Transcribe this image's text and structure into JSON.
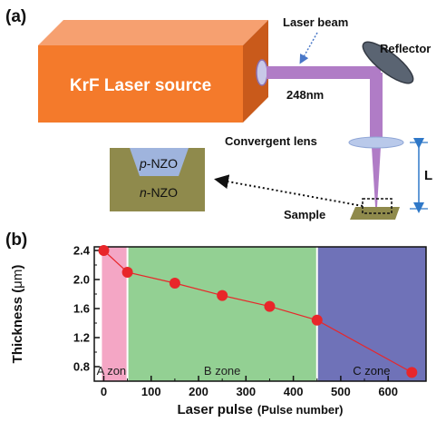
{
  "panel_a": {
    "label": "(a)",
    "laser_source": "KrF Laser source",
    "laser_beam": "Laser beam",
    "wavelength": "248nm",
    "reflector": "Reflector",
    "lens": "Convergent lens",
    "distance": "L",
    "sample": "Sample",
    "inset_top_prefix": "p",
    "inset_top_suffix": "-NZO",
    "inset_bottom_prefix": "n",
    "inset_bottom_suffix": "-NZO",
    "colors": {
      "laser_box": "#f47a2b",
      "beam": "#b07cc6",
      "lens": "#b9c9ea",
      "sample": "#8f8a4c",
      "inset_top": "#9fb4dd"
    }
  },
  "panel_b": {
    "label": "(b)"
  },
  "chart_data": {
    "type": "line",
    "xlabel_main": "Laser pulse",
    "xlabel_unit": "(Pulse number)",
    "ylabel_main": "Thickness (",
    "ylabel_unit": "μm",
    "ylabel_close": ")",
    "xlim": [
      -20,
      680
    ],
    "ylim": [
      0.6,
      2.45
    ],
    "xticks": [
      0,
      100,
      200,
      300,
      400,
      500,
      600
    ],
    "yticks": [
      0.8,
      1.2,
      1.6,
      2.0,
      2.4
    ],
    "ytick_labels": [
      "0.8",
      "1.2",
      "1.6",
      "2.0",
      "2.4"
    ],
    "series": [
      {
        "x": [
          0,
          50,
          150,
          250,
          350,
          450,
          650
        ],
        "y": [
          2.4,
          2.1,
          1.95,
          1.78,
          1.63,
          1.44,
          0.72
        ],
        "color": "#e8262a"
      }
    ],
    "zones": [
      {
        "label": "A zone",
        "from": 0,
        "to": 50,
        "color": "#f4a6c5",
        "text_color": "#222222"
      },
      {
        "label": "B zone",
        "from": 50,
        "to": 450,
        "color": "#93d093",
        "text_color": "#222222"
      },
      {
        "label": "C zone",
        "from": 450,
        "to": 680,
        "color": "#6f72b8",
        "text_color": "#111111"
      }
    ]
  }
}
